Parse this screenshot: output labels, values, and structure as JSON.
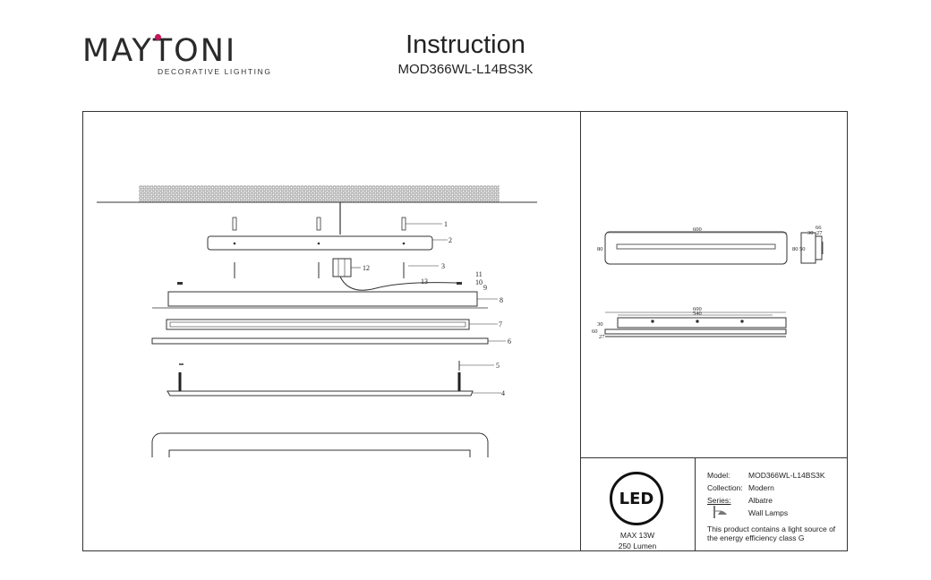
{
  "brand": {
    "name": "MAYTONI",
    "tagline": "DECORATIVE LIGHTING",
    "accent_color": "#c2185b"
  },
  "header": {
    "title": "Instruction",
    "model_code": "MOD366WL-L14BS3K"
  },
  "assembly": {
    "callouts": [
      "1",
      "2",
      "3",
      "4",
      "5",
      "6",
      "7",
      "8",
      "9",
      "10",
      "11",
      "12",
      "13"
    ]
  },
  "dimensions": {
    "front": {
      "length": "600",
      "height": "80"
    },
    "side": {
      "depth": "66",
      "d1": "30",
      "d2": "27",
      "h1": "80",
      "h2": "50"
    },
    "bottom": {
      "total": "600",
      "spacing": "540",
      "d1": "30",
      "d2": "60",
      "d3": "27"
    }
  },
  "badge": {
    "icon": "led-icon",
    "label": "LED",
    "power": "MAX 13W",
    "lumen": "250 Lumen"
  },
  "specs": {
    "model_label": "Model:",
    "model_value": "MOD366WL-L14BS3K",
    "collection_label": "Collection:",
    "collection_value": "Modern",
    "series_label": "Series:",
    "series_value": "Albatre",
    "type_icon": "wall-lamp-icon",
    "type_value": "Wall Lamps",
    "energy_note": "This product contains a light source of the energy efficiency class G"
  }
}
